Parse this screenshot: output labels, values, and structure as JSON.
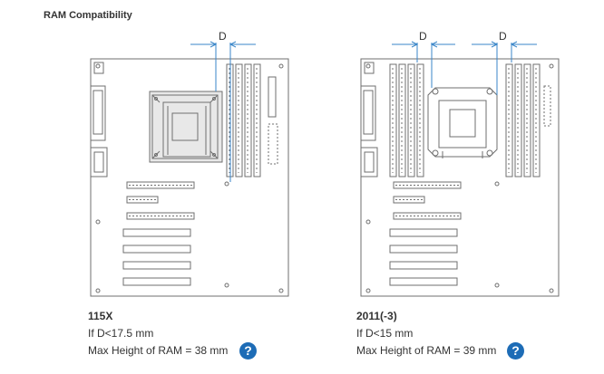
{
  "section": {
    "title": "RAM Compatibility"
  },
  "boards": [
    {
      "socket": "115X",
      "dim_label": "D",
      "condition": "If D<17.5 mm",
      "max_height": "Max Height of RAM = 38 mm",
      "help_icon": "question-circle-icon"
    },
    {
      "socket": "2011(-3)",
      "dim_label": "D",
      "condition": "If D<15 mm",
      "max_height": "Max Height of RAM = 39 mm",
      "help_icon": "question-circle-icon"
    }
  ],
  "colors": {
    "line": "#6f6f6f",
    "dimension": "#3a86c8",
    "help": "#1d6cb6"
  }
}
